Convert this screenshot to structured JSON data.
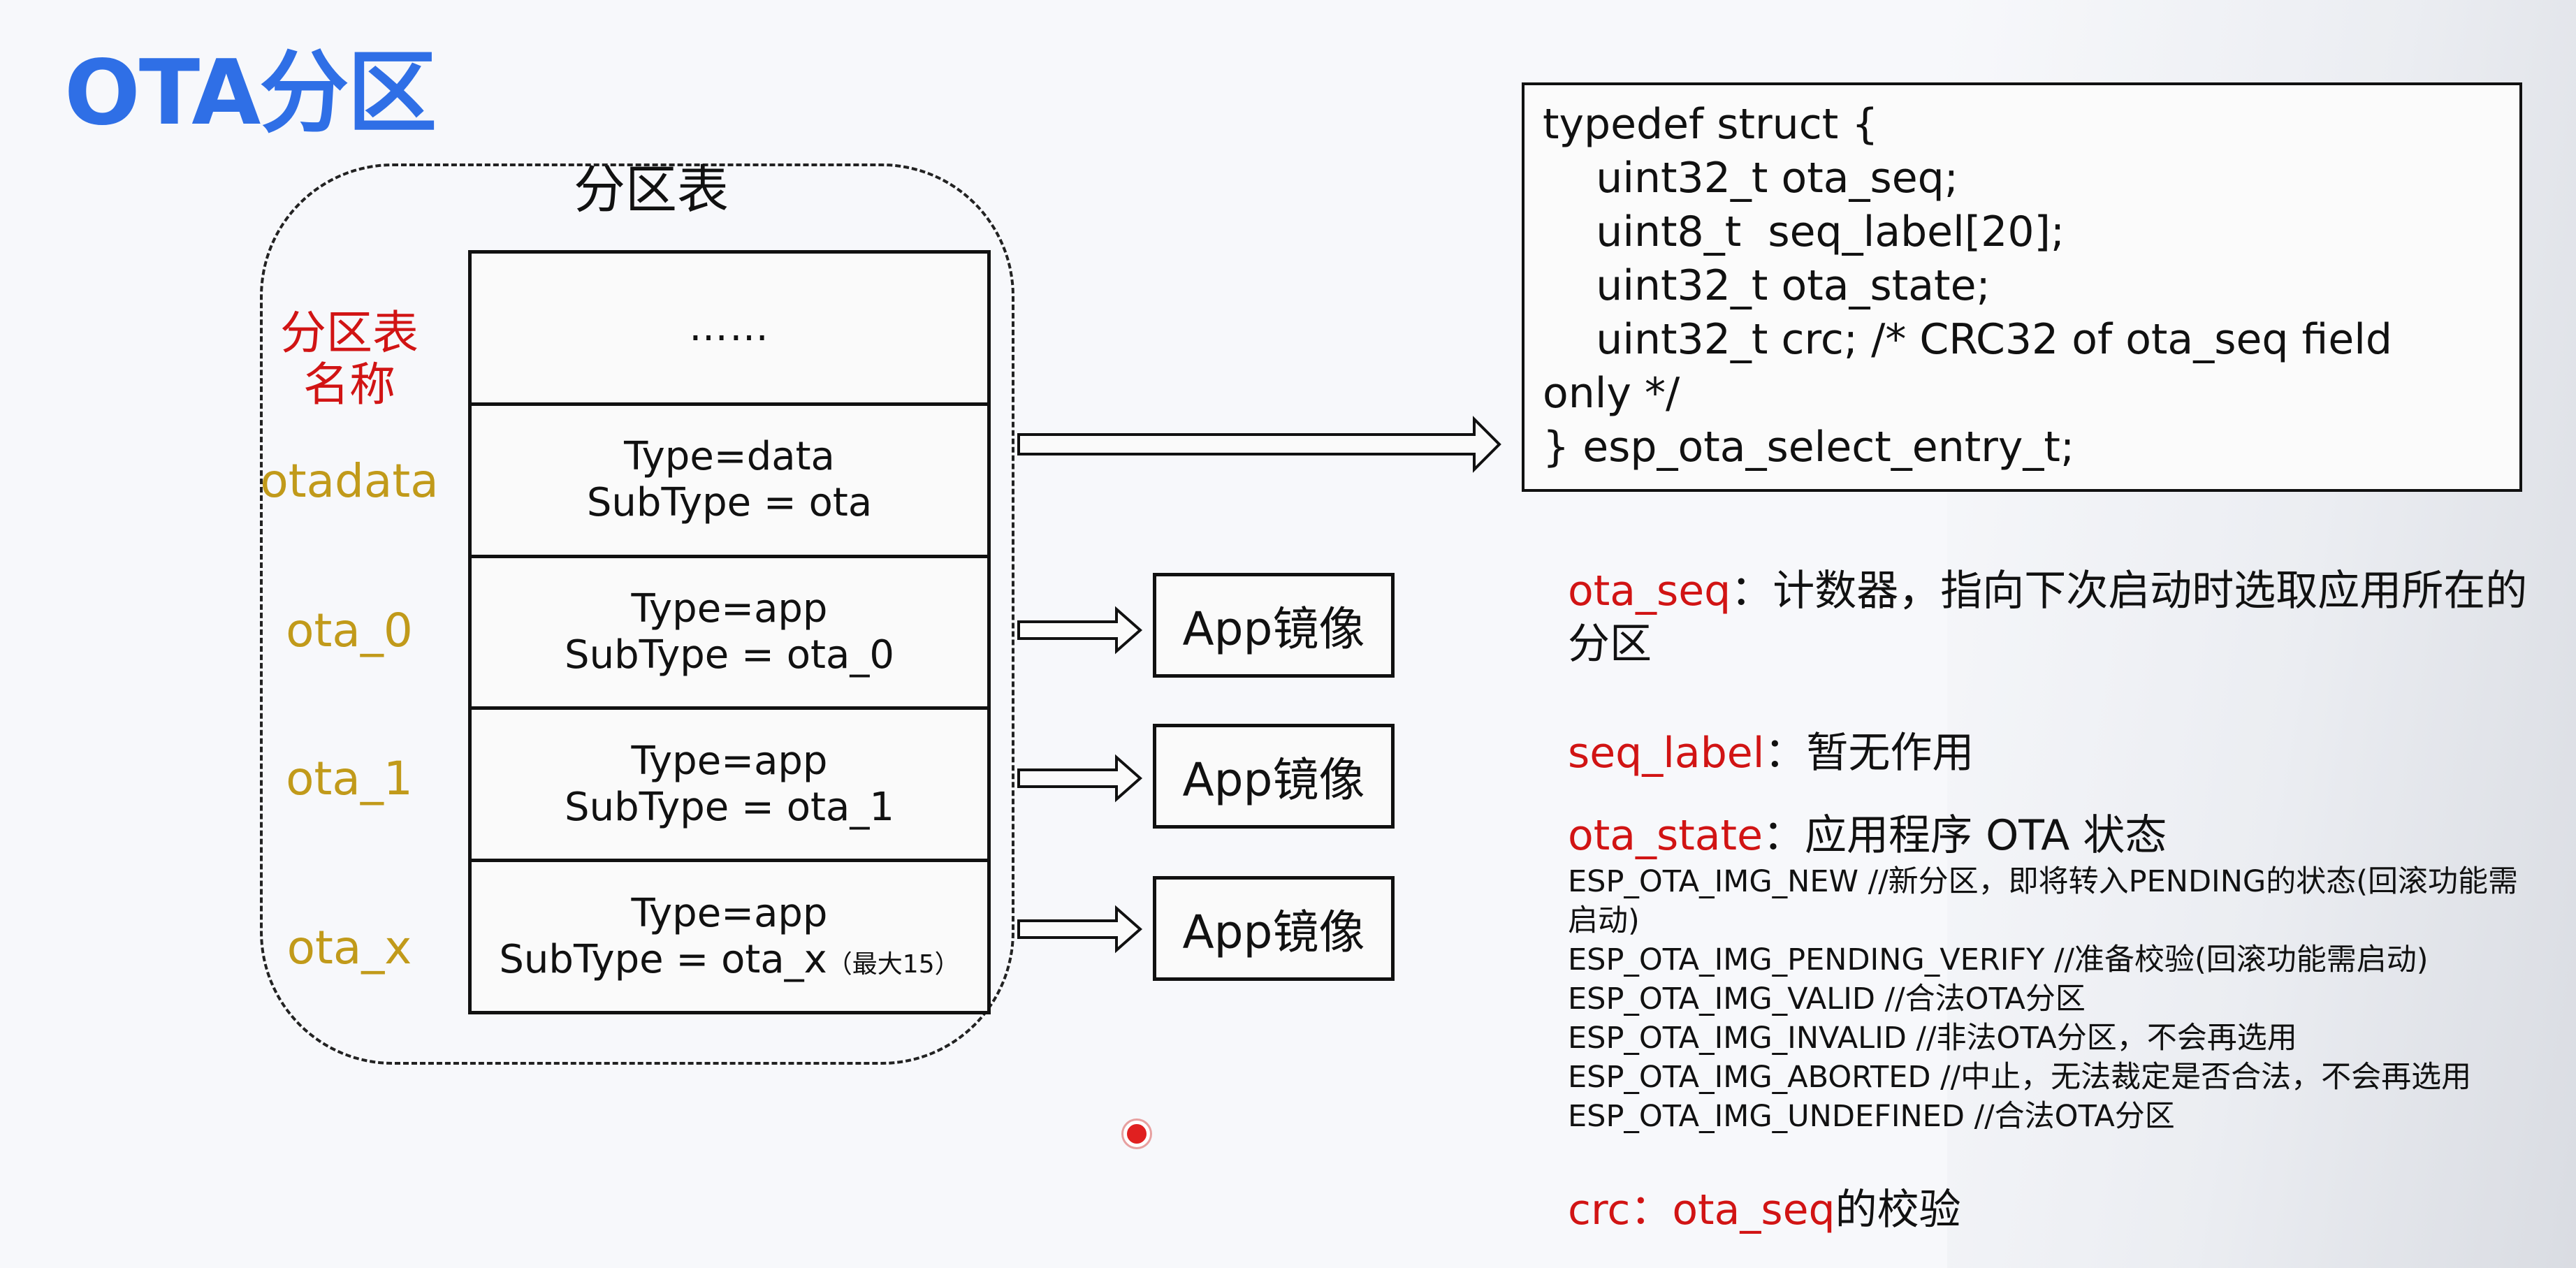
{
  "title": "OTA分区",
  "table": {
    "caption": "分区表",
    "rows": [
      {
        "line1": "……",
        "line2": "",
        "note": ""
      },
      {
        "line1": "Type=data",
        "line2": "SubType = ota",
        "note": ""
      },
      {
        "line1": "Type=app",
        "line2": "SubType = ota_0",
        "note": ""
      },
      {
        "line1": "Type=app",
        "line2": "SubType = ota_1",
        "note": ""
      },
      {
        "line1": "Type=app",
        "line2": "SubType = ota_x",
        "note": "（最大15）"
      }
    ]
  },
  "labels": {
    "header_line1": "分区表",
    "header_line2": "名称",
    "otadata": "otadata",
    "ota_0": "ota_0",
    "ota_1": "ota_1",
    "ota_x": "ota_x"
  },
  "app_images": [
    "App镜像",
    "App镜像",
    "App镜像"
  ],
  "code": [
    "typedef struct {",
    "    uint32_t ota_seq;",
    "    uint8_t  seq_label[20];",
    "    uint32_t ota_state;",
    "    uint32_t crc; /* CRC32 of ota_seq field",
    "only */",
    "} esp_ota_select_entry_t;"
  ],
  "descriptions": {
    "ota_seq": {
      "name": "ota_seq",
      "text": "：计数器，指向下次启动时选取应用所在的分区"
    },
    "seq_label": {
      "name": "seq_label",
      "text": "：暂无作用"
    },
    "ota_state": {
      "name": "ota_state",
      "text": "：应用程序 OTA 状态"
    },
    "states": [
      "ESP_OTA_IMG_NEW    //新分区，即将转入PENDING的状态(回滚功能需启动)",
      "ESP_OTA_IMG_PENDING_VERIFY //准备校验(回滚功能需启动)",
      "ESP_OTA_IMG_VALID     //合法OTA分区",
      "ESP_OTA_IMG_INVALID  //非法OTA分区，不会再选用",
      "ESP_OTA_IMG_ABORTED //中止，无法裁定是否合法，不会再选用",
      "ESP_OTA_IMG_UNDEFINED //合法OTA分区"
    ],
    "crc": {
      "name_part1": "crc：",
      "name_part2": "ota_seq",
      "text": "的校验"
    }
  },
  "colors": {
    "title": "#2f6fe6",
    "label_red": "#d11414",
    "label_gold": "#c19a1a",
    "keyword_red": "#d11414"
  }
}
